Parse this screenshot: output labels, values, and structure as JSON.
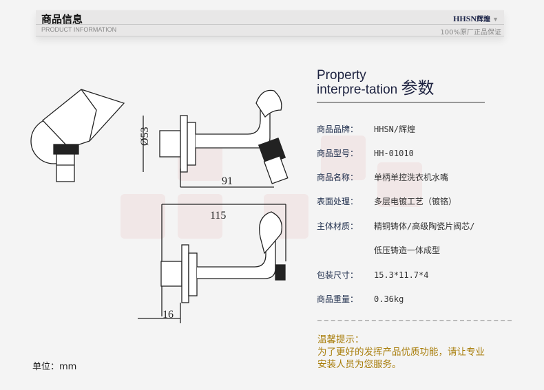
{
  "header": {
    "title": "商品信息",
    "subtitle": "PRODUCT INFORMATION",
    "brand_en": "HHSN",
    "brand_cn": "辉煌",
    "brand_arrow": "▼",
    "guarantee": "100%原厂正品保证"
  },
  "property": {
    "title_line1": "Property",
    "title_line2": "interpre-tation",
    "title_cn": "参数",
    "rows": [
      {
        "label": "商品品牌：",
        "value": "HHSN/辉煌"
      },
      {
        "label": "商品型号：",
        "value": "HH-01010"
      },
      {
        "label": "商品名称：",
        "value": "单柄单控洗衣机水嘴"
      },
      {
        "label": "表面处理：",
        "value": "多层电镀工艺（镀铬）"
      },
      {
        "label": "主体材质：",
        "value": "精铜铸体/高级陶瓷片阀芯/"
      },
      {
        "label": "",
        "value": "低压铸造一体成型"
      },
      {
        "label": "包装尺寸：",
        "value": "15.3*11.7*4"
      },
      {
        "label": "商品重量：",
        "value": "0.36kg"
      }
    ]
  },
  "tips": {
    "title": "温馨提示：",
    "line1": "为了更好的发挥产品优质功能，请让专业",
    "line2": "安装人员为您服务。"
  },
  "drawing": {
    "dim_diameter": "Ø53",
    "dim_91": "91",
    "dim_115": "115",
    "dim_16": "16"
  },
  "unit": "单位：mm"
}
